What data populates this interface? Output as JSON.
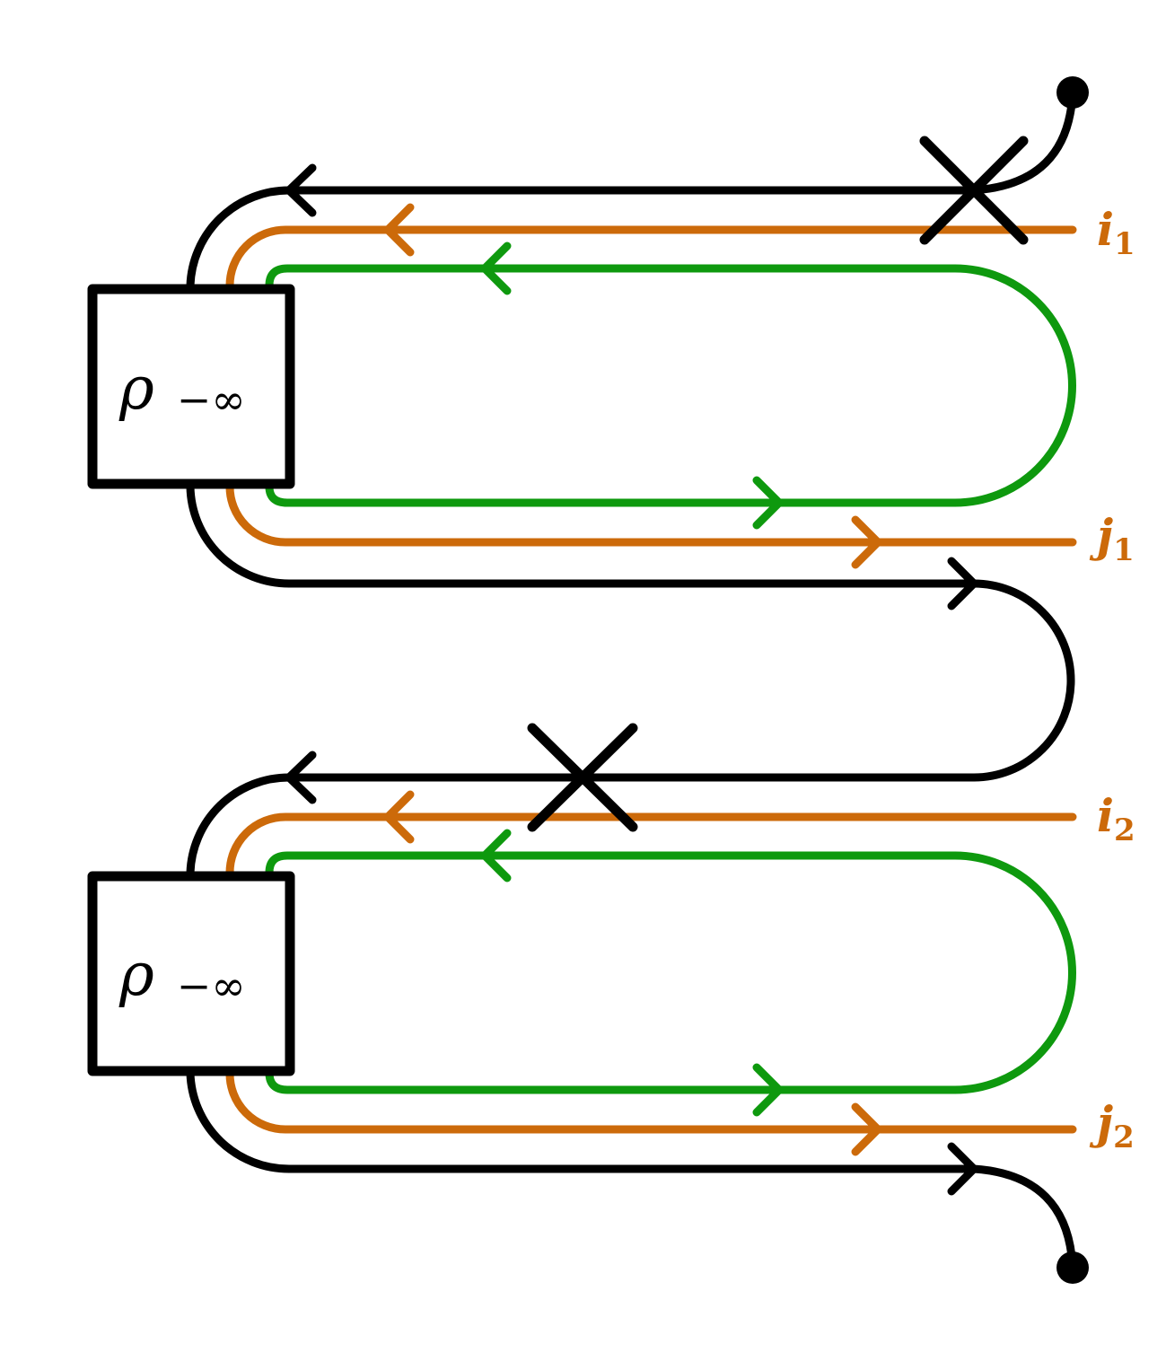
{
  "colors": {
    "background": "#ffffff",
    "contour": "#000000",
    "orange": "#cc6a0a",
    "green": "#0e990e"
  },
  "boxes": {
    "top": {
      "symbol": "ρ",
      "subscript": "−∞"
    },
    "bottom": {
      "symbol": "ρ",
      "subscript": "−∞"
    }
  },
  "ports": {
    "i1": {
      "letter": "i",
      "index": "1"
    },
    "j1": {
      "letter": "j",
      "index": "1"
    },
    "i2": {
      "letter": "i",
      "index": "2"
    },
    "j2": {
      "letter": "j",
      "index": "2"
    }
  },
  "operator_insertions": [
    "x-mark",
    "x-mark"
  ]
}
